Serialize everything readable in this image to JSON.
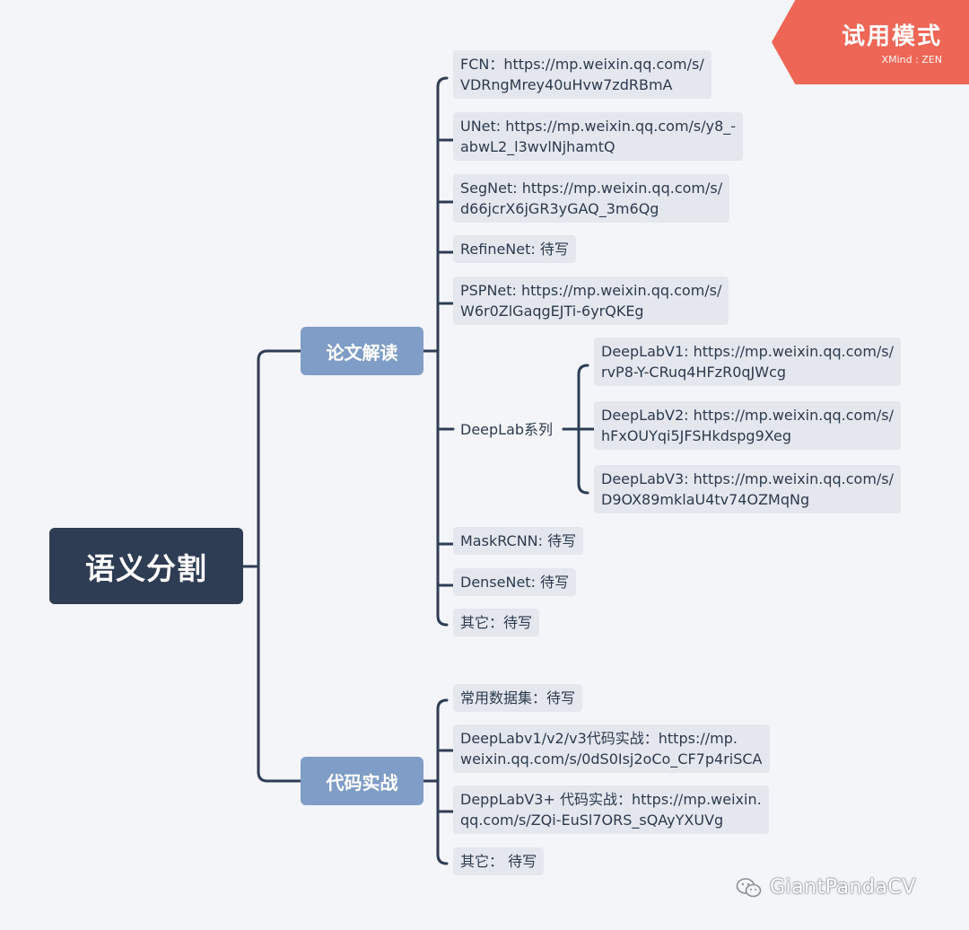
{
  "badge": {
    "title": "试用模式",
    "subtitle": "XMind : ZEN"
  },
  "root": {
    "label": "语义分割"
  },
  "branches": [
    {
      "label": "论文解读",
      "items": [
        {
          "lines": [
            "FCN：https://mp.weixin.qq.com/s/",
            "VDRngMrey40uHvw7zdRBmA"
          ]
        },
        {
          "lines": [
            "UNet: https://mp.weixin.qq.com/s/y8_-",
            "abwL2_l3wvlNjhamtQ"
          ]
        },
        {
          "lines": [
            "SegNet: https://mp.weixin.qq.com/s/",
            "d66jcrX6jGR3yGAQ_3m6Qg"
          ]
        },
        {
          "lines": [
            "RefineNet: 待写"
          ]
        },
        {
          "lines": [
            "PSPNet: https://mp.weixin.qq.com/s/",
            "W6r0ZlGaqgEJTi-6yrQKEg"
          ]
        },
        {
          "label": "DeepLab系列",
          "children": [
            {
              "lines": [
                "DeepLabV1: https://mp.weixin.qq.com/s/",
                "rvP8-Y-CRuq4HFzR0qJWcg"
              ]
            },
            {
              "lines": [
                "DeepLabV2: https://mp.weixin.qq.com/s/",
                "hFxOUYqi5JFSHkdspg9Xeg"
              ]
            },
            {
              "lines": [
                "DeepLabV3: https://mp.weixin.qq.com/s/",
                "D9OX89mklaU4tv74OZMqNg"
              ]
            }
          ]
        },
        {
          "lines": [
            "MaskRCNN: 待写"
          ]
        },
        {
          "lines": [
            "DenseNet: 待写"
          ]
        },
        {
          "lines": [
            "其它：待写"
          ]
        }
      ]
    },
    {
      "label": "代码实战",
      "items": [
        {
          "lines": [
            "常用数据集：待写"
          ]
        },
        {
          "lines": [
            "DeepLabv1/v2/v3代码实战：https://mp.",
            "weixin.qq.com/s/0dS0Isj2oCo_CF7p4riSCA"
          ]
        },
        {
          "lines": [
            "DeppLabV3+ 代码实战：https://mp.weixin.",
            "qq.com/s/ZQi-EuSl7ORS_sQAyYXUVg"
          ]
        },
        {
          "lines": [
            "其它： 待写"
          ]
        }
      ]
    }
  ],
  "watermark": {
    "text": "GiantPandaCV"
  },
  "colors": {
    "root": "#2f3d54",
    "branch": "#7f9dc6",
    "leaf": "#e4e8ee",
    "line": "#2f3d54",
    "badge": "#ee6655"
  }
}
